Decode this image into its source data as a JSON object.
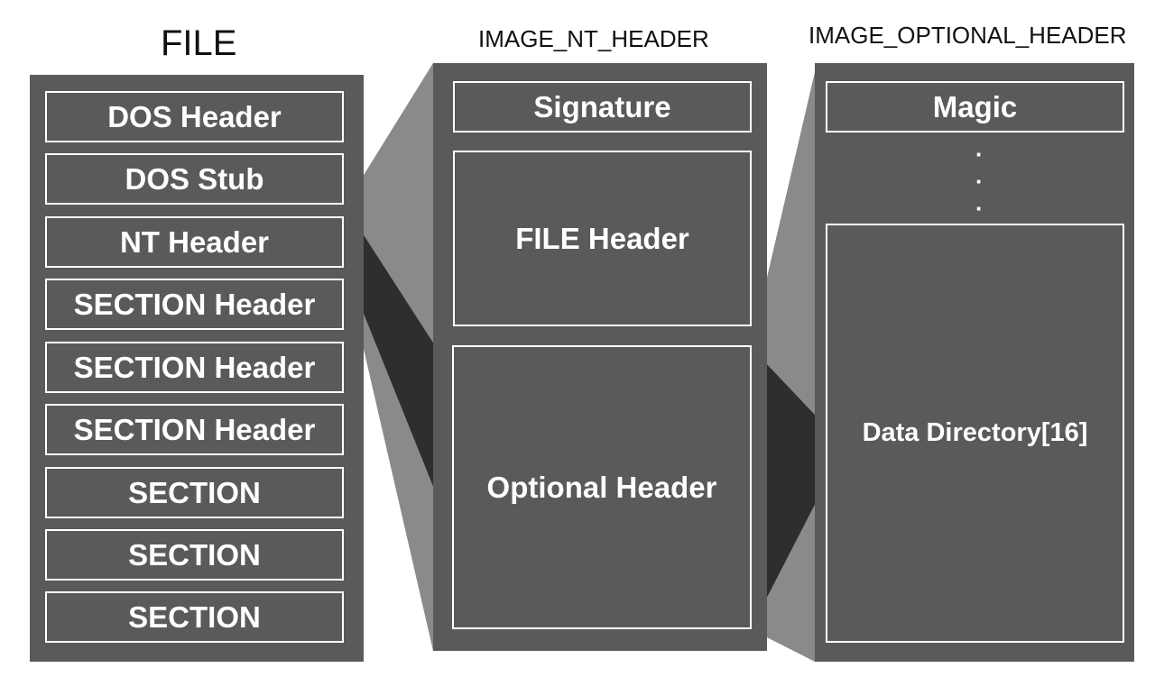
{
  "titles": {
    "file": "FILE",
    "nt_header": "IMAGE_NT_HEADER",
    "optional_header": "IMAGE_OPTIONAL_HEADER"
  },
  "file": {
    "rows": [
      "DOS Header",
      "DOS Stub",
      "NT Header",
      "SECTION Header",
      "SECTION Header",
      "SECTION Header",
      "SECTION",
      "SECTION",
      "SECTION"
    ]
  },
  "nt": {
    "signature": "Signature",
    "file_header": "FILE Header",
    "optional_header": "Optional Header"
  },
  "optional": {
    "magic": "Magic",
    "dots": [
      "·",
      "·",
      "·"
    ],
    "data_directory": "Data Directory[16]"
  },
  "colors": {
    "panel": "#5a5a5a",
    "connector_light": "#8a8a8a",
    "connector_dark": "#2e2e2e",
    "border": "#ffffff"
  }
}
